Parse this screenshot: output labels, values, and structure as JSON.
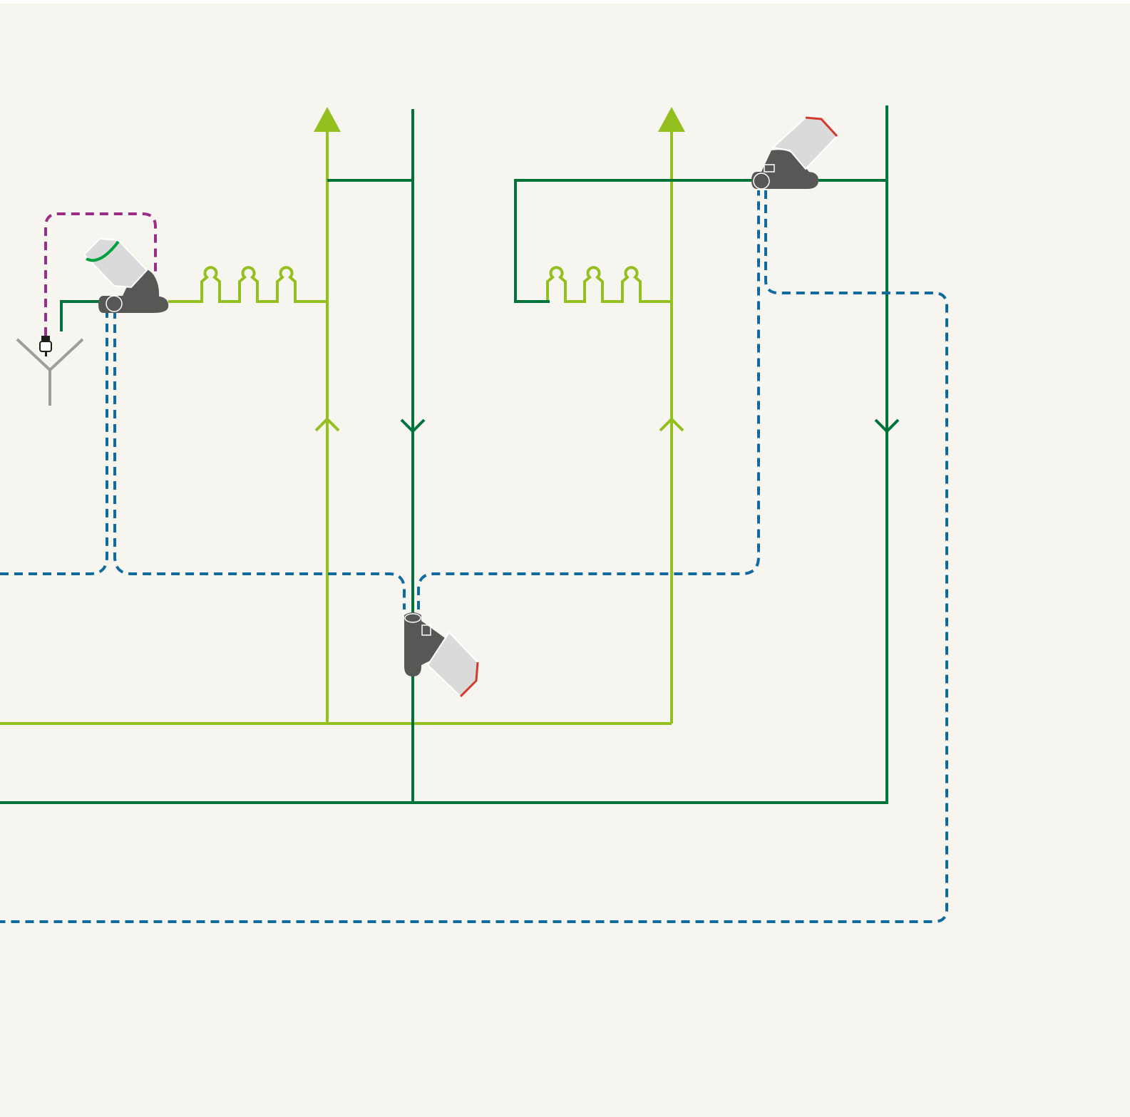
{
  "diagram": {
    "colors": {
      "background": "#f6f5ef",
      "supply_pipe": "#93c01f",
      "return_pipe": "#00733b",
      "signal_wire": "#0f6aa0",
      "sensor_wire": "#9a2d87",
      "valve_body": "#575756",
      "actuator": "#dadada",
      "antenna": "#9d9d9c",
      "accent_red": "#d33a2c",
      "accent_green": "#00a03c"
    },
    "components": {
      "valves": [
        {
          "name": "control-valve-left",
          "actuator": "light-gray",
          "accent": "green"
        },
        {
          "name": "control-valve-top-right",
          "actuator": "light-gray",
          "accent": "red"
        },
        {
          "name": "control-valve-bottom",
          "actuator": "light-gray",
          "accent": "red"
        }
      ],
      "heat_exchangers": [
        "coil-left",
        "coil-right"
      ],
      "flow_directions": [
        "up",
        "down",
        "up",
        "down"
      ],
      "sensor": "antenna-sensor"
    }
  }
}
